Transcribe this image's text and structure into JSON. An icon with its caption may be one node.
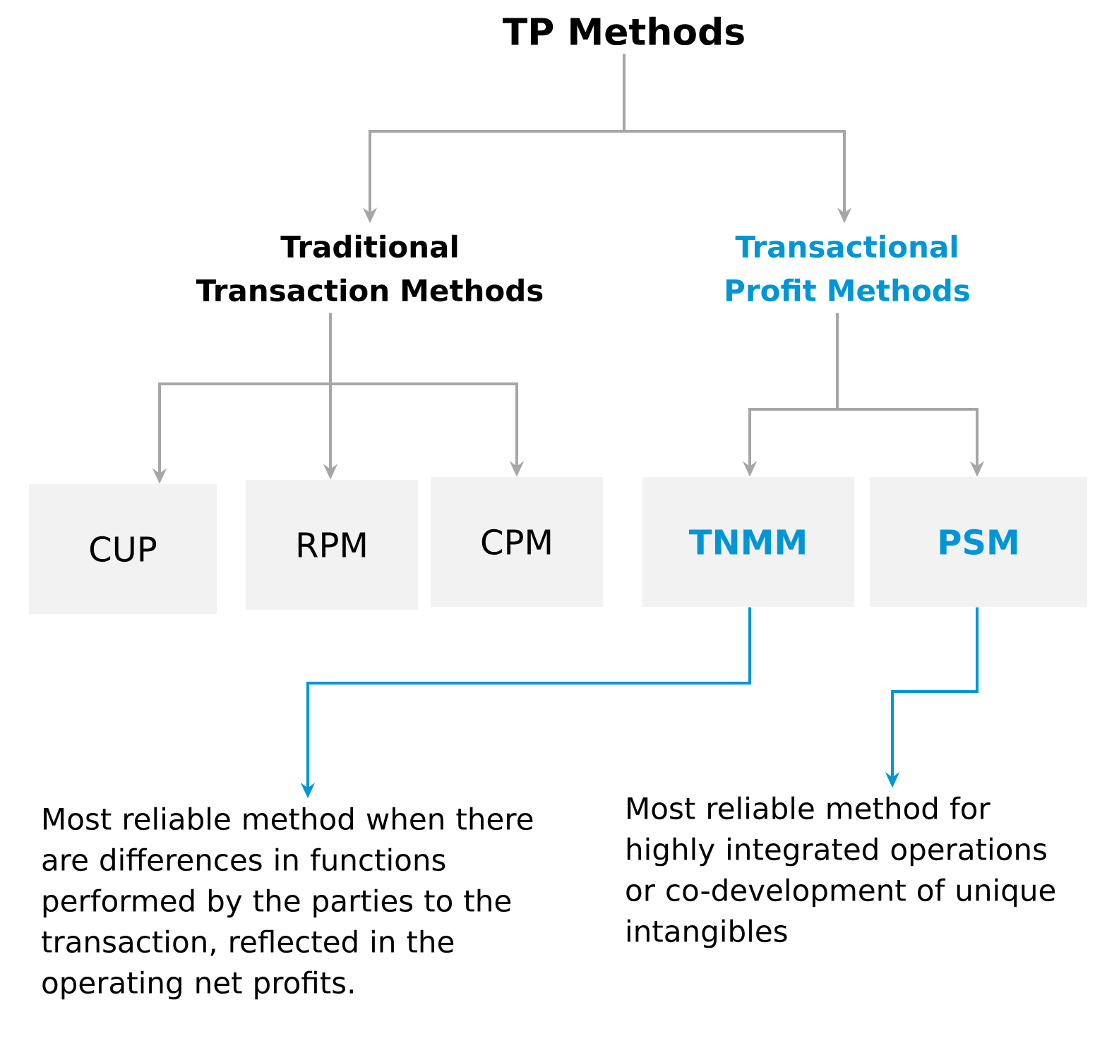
{
  "diagram": {
    "nodes": [
      {
        "text": [
          "TP Methods"
        ]
      },
      {
        "text": [
          "Traditional Transaction Methods"
        ]
      },
      {
        "text": [
          "Transactional Profit Methods"
        ]
      },
      {
        "text": [
          "CUP"
        ]
      },
      {
        "text": [
          "RPM"
        ]
      },
      {
        "text": [
          "CPM"
        ]
      },
      {
        "text": [
          "TNMM"
        ]
      },
      {
        "text": [
          "PSM"
        ]
      },
      {
        "text": [
          "Most reliable method when there are differences in functions performed by the parties to the transaction, reflected in the operating net profits."
        ]
      },
      {
        "text": [
          "Most reliable method for highly integrated operations or co-development of unique intangibles"
        ]
      }
    ],
    "edges": [
      {
        "from": 0,
        "to": 1,
        "arrow": "to"
      },
      {
        "from": 0,
        "to": 2,
        "arrow": "to"
      },
      {
        "from": 1,
        "to": 3,
        "arrow": "to"
      },
      {
        "from": 1,
        "to": 4,
        "arrow": "to"
      },
      {
        "from": 1,
        "to": 5,
        "arrow": "to"
      },
      {
        "from": 2,
        "to": 6,
        "arrow": "to"
      },
      {
        "from": 2,
        "to": 7,
        "arrow": "to"
      },
      {
        "from": 6,
        "to": 8,
        "arrow": "to",
        "color": "#0096d6"
      },
      {
        "from": 7,
        "to": 9,
        "arrow": "to",
        "color": "#0096d6"
      }
    ]
  }
}
